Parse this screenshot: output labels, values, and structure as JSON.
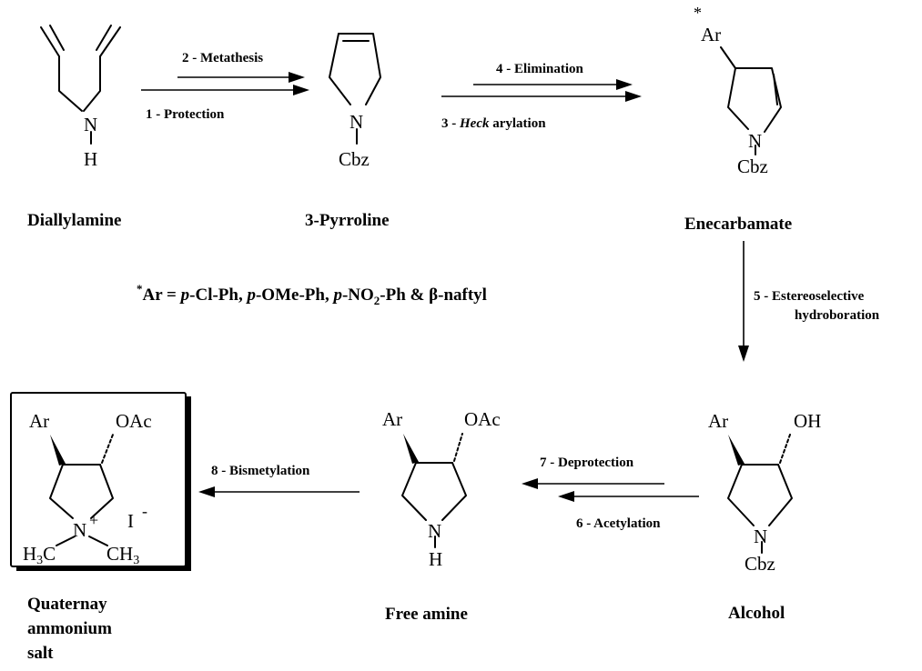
{
  "compounds": {
    "diallylamine": {
      "name": "Diallylamine",
      "N": "N",
      "H": "H"
    },
    "pyrroline": {
      "name": "3-Pyrroline",
      "N": "N",
      "Cbz": "Cbz"
    },
    "enecarbamate": {
      "name": "Enecarbamate",
      "Ar": "Ar",
      "star": "*",
      "N": "N",
      "Cbz": "Cbz"
    },
    "alcohol": {
      "name": "Alcohol",
      "Ar": "Ar",
      "OH": "OH",
      "N": "N",
      "Cbz": "Cbz"
    },
    "free_amine": {
      "name": "Free amine",
      "Ar": "Ar",
      "OAc": "OAc",
      "N": "N",
      "H": "H"
    },
    "quaternary": {
      "name_line1": "Quaternay",
      "name_line2": "ammonium",
      "name_line3": "salt",
      "Ar": "Ar",
      "OAc": "OAc",
      "N": "N",
      "plus": "+",
      "I": "I",
      "minus": "-",
      "H3C": "H3C",
      "CH3": "CH3"
    }
  },
  "steps": {
    "s1": "1 - Protection",
    "s2": "2 - Metathesis",
    "s3_num": "3 - ",
    "s3_italic": "Heck",
    "s3_rest": " arylation",
    "s4": "4 - Elimination",
    "s5_line1": "5 - Estereoselective",
    "s5_line2": "hydroboration",
    "s6": "6 - Acetylation",
    "s7": "7 - Deprotection",
    "s8": "8 - Bismetylation"
  },
  "note": {
    "star": "*",
    "ar_def": "Ar = ",
    "p1": "p",
    "t1": "-Cl-Ph,  ",
    "p2": "p",
    "t2": "-OMe-Ph,  ",
    "p3": "p",
    "t3": "-NO",
    "sub2": "2",
    "t4": "-Ph & β-naftyl"
  }
}
